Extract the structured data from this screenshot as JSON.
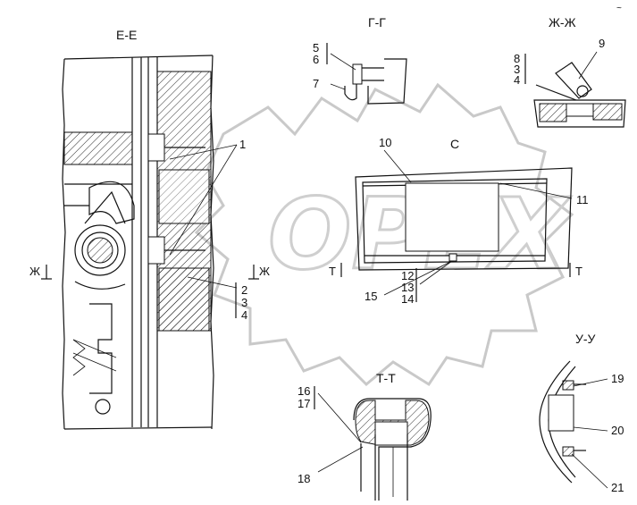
{
  "sections": {
    "e_e": "Е-Е",
    "g_g": "Г-Г",
    "zh_zh": "Ж-Ж",
    "c_view": "С",
    "t_t": "Т-Т",
    "u_u": "У-У"
  },
  "cut_marks": {
    "zh_left": "Ж",
    "zh_right": "Ж",
    "t_left": "Т",
    "t_right": "Т"
  },
  "callouts": {
    "n1": "1",
    "n2": "2",
    "n3": "3",
    "n4": "4",
    "n5": "5",
    "n6": "6",
    "n7": "7",
    "n8": "8",
    "n3b": "3",
    "n4b": "4",
    "n9": "9",
    "n10": "10",
    "n11": "11",
    "n12": "12",
    "n13": "13",
    "n14": "14",
    "n15": "15",
    "n16": "16",
    "n17": "17",
    "n18": "18",
    "n19": "19",
    "n20": "20",
    "n21": "21"
  },
  "watermark": "OPEX",
  "corner_mark": "~"
}
